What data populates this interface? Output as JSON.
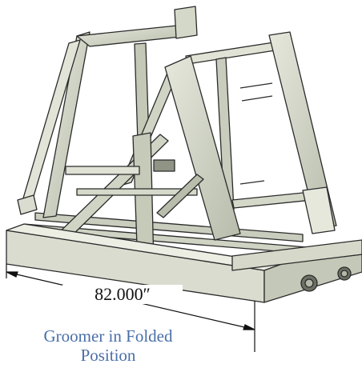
{
  "dimension": {
    "label": "82.000″"
  },
  "caption": {
    "line1": "Groomer in Folded",
    "line2": "Position"
  },
  "colors": {
    "caption": "#4a6fa8",
    "frame_fill": "#d9dccf",
    "frame_shade": "#aeb3a3",
    "frame_dark": "#6c7064",
    "outline": "#2b2b2b"
  },
  "icons": [
    "groomer-illustration",
    "caster-wheel-icon"
  ]
}
